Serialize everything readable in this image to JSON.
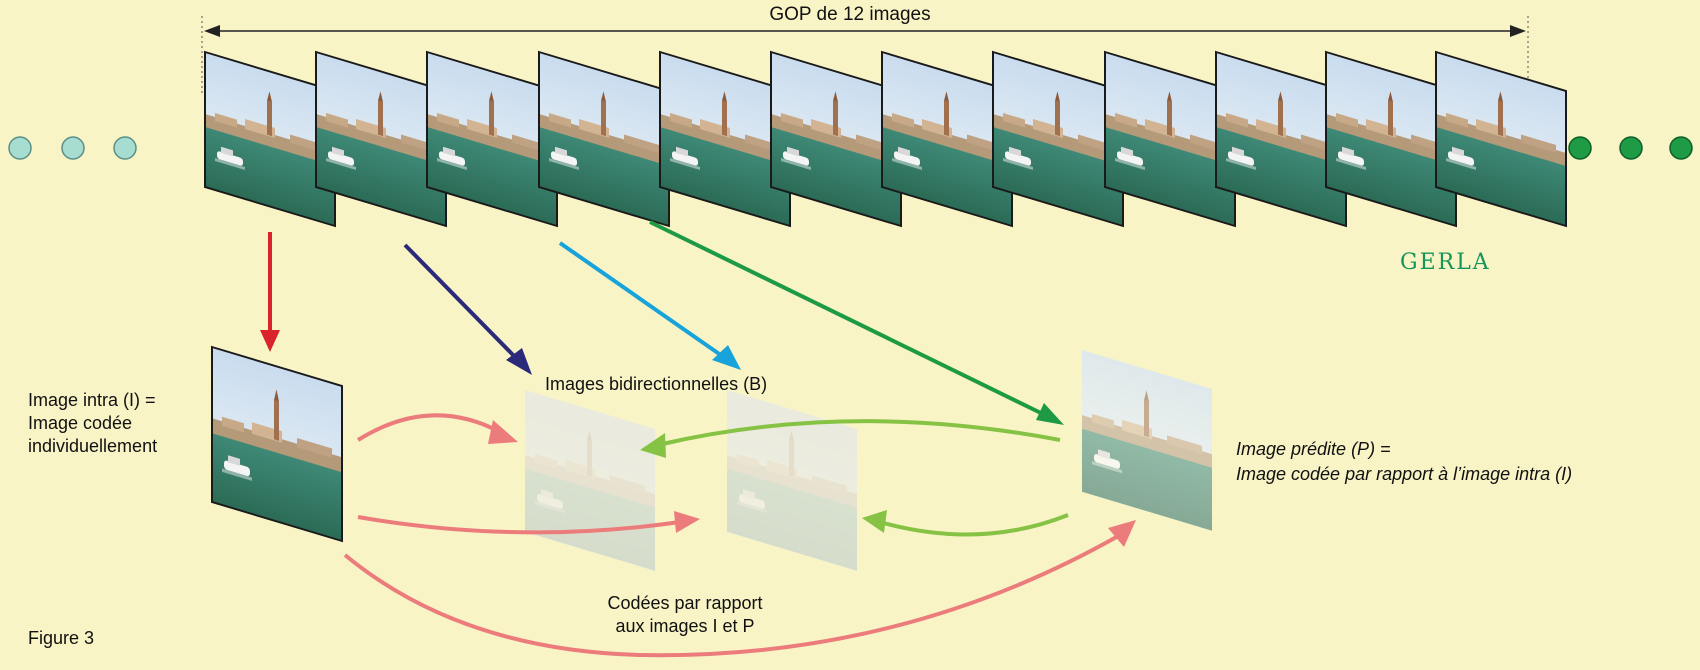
{
  "diagram": {
    "gop_label": "GOP de 12 images",
    "intra_label": [
      "Image intra (I) =",
      "Image codée",
      "individuellement"
    ],
    "bidirectional_label": "Images bidirectionnelles (B)",
    "coded_label": [
      "Codées par rapport",
      "aux images I et P"
    ],
    "predicted_label": [
      "Image prédite (P) =",
      "Image codée par rapport à l’image intra (I)"
    ],
    "figure_label": "Figure 3",
    "watermark": "GERLA",
    "frame_count": 12,
    "colors": {
      "background": "#f8f4c6",
      "intra_arrow": "#d9242b",
      "b_arrow_1": "#2b2a7a",
      "b_arrow_2": "#18a3db",
      "p_arrow": "#1e9a45",
      "pink_arrows": "#ec7b7b",
      "light_green_arrows": "#86c244",
      "dots_left": "#a7dcd0",
      "dots_right": "#1f9a45"
    }
  }
}
